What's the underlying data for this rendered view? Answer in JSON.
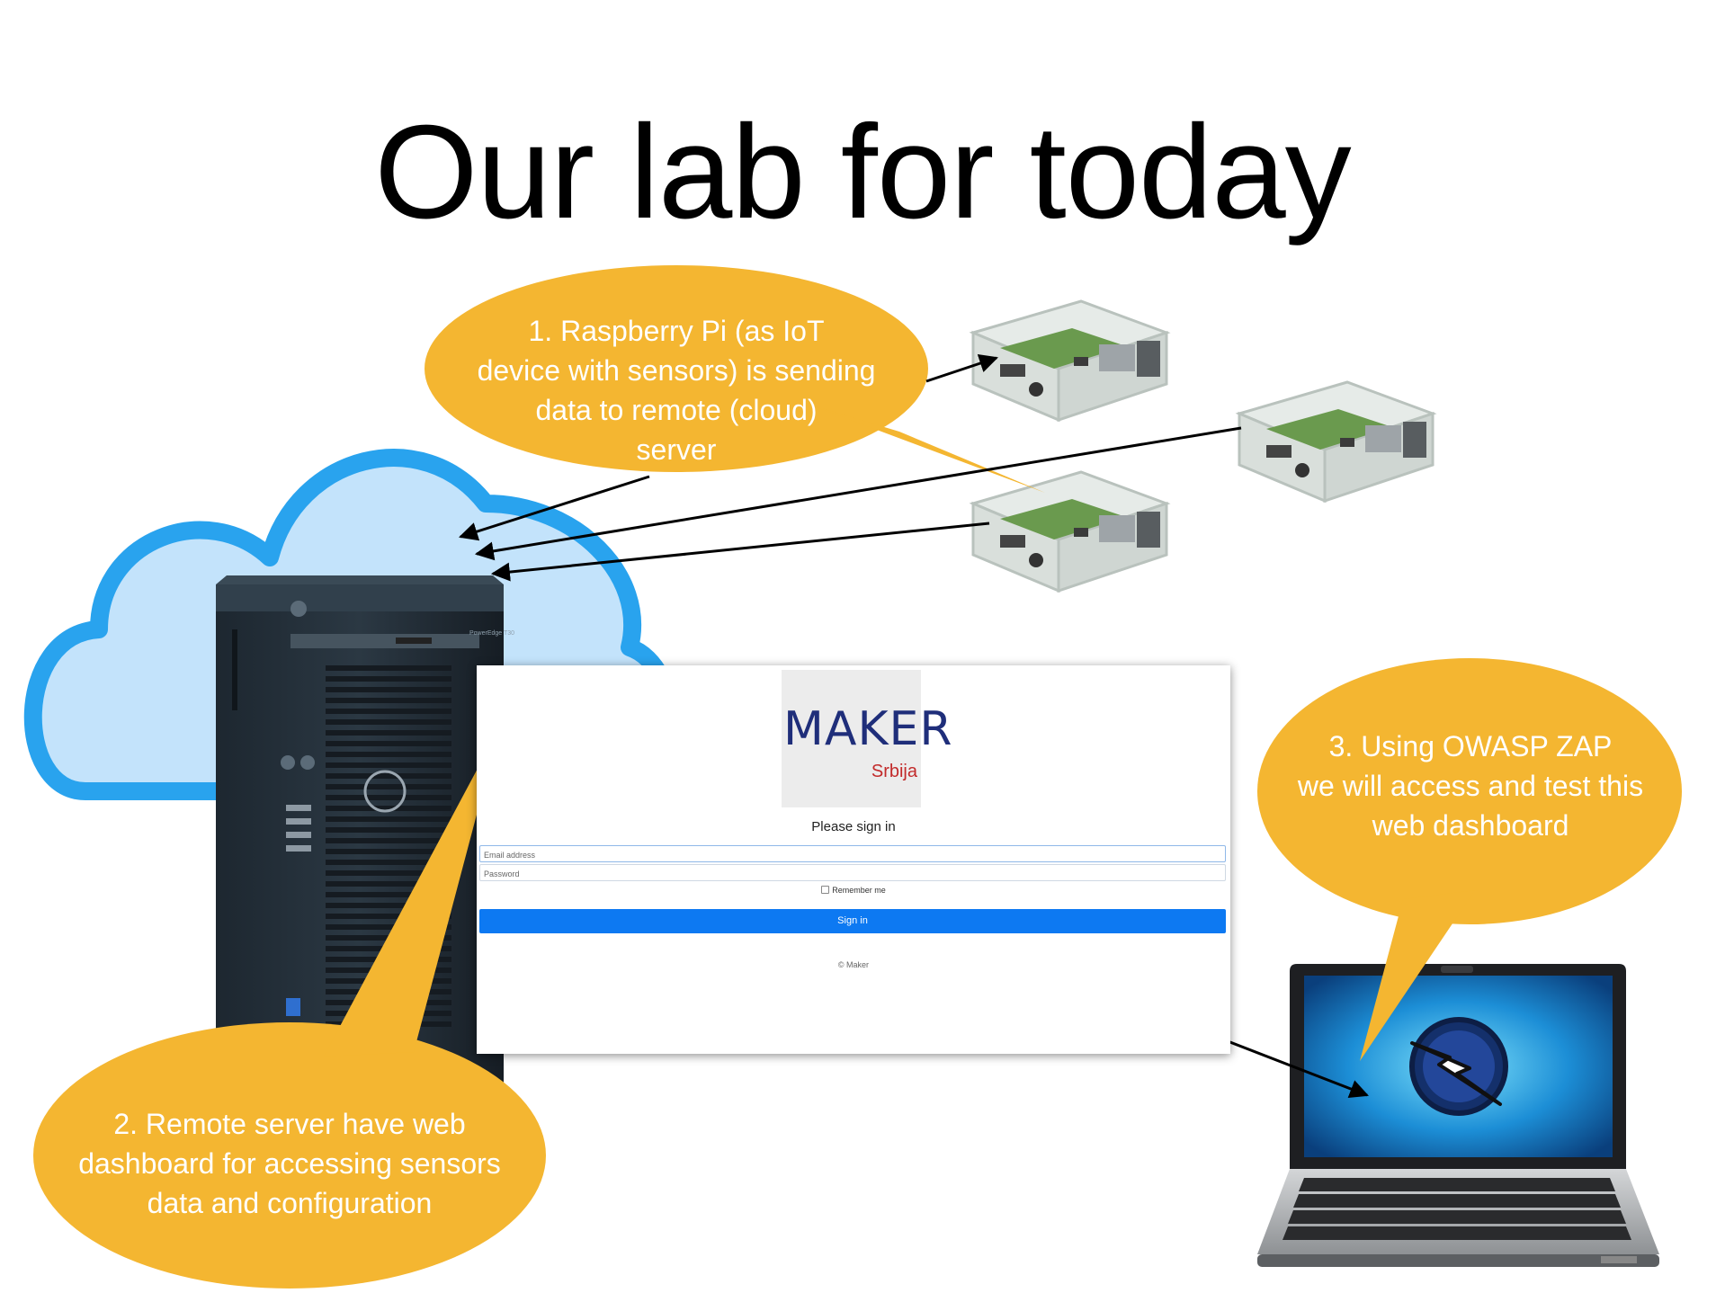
{
  "title": "Our lab for today",
  "callouts": {
    "raspberry": [
      "1. Raspberry Pi (as IoT",
      "device with sensors) is sending",
      "data to remote (cloud)",
      "server"
    ],
    "server": [
      "2. Remote server have web",
      "dashboard for accessing sensors",
      "data and configuration"
    ],
    "zap": [
      "3. Using OWASP ZAP",
      "we will access and test this",
      "web dashboard"
    ]
  },
  "dashboard": {
    "logo_main": "MAKER",
    "logo_sub": "Srbija",
    "heading": "Please sign in",
    "email_placeholder": "Email address",
    "password_placeholder": "Password",
    "remember_label": "Remember me",
    "signin_label": "Sign in",
    "footer": "© Maker"
  },
  "server_labels": {
    "model": "PowerEdge T30"
  },
  "colors": {
    "bubble": "#f4b631",
    "cloud_stroke": "#29a3ee",
    "cloud_fill": "#c3e3fb",
    "signin_button": "#0d79f2",
    "logo_main": "#1f2e7a",
    "logo_sub": "#c22a2a"
  },
  "icons": [
    "cloud-icon",
    "server-tower-icon",
    "raspberry-pi-icon",
    "laptop-icon",
    "owasp-zap-logo-icon"
  ]
}
